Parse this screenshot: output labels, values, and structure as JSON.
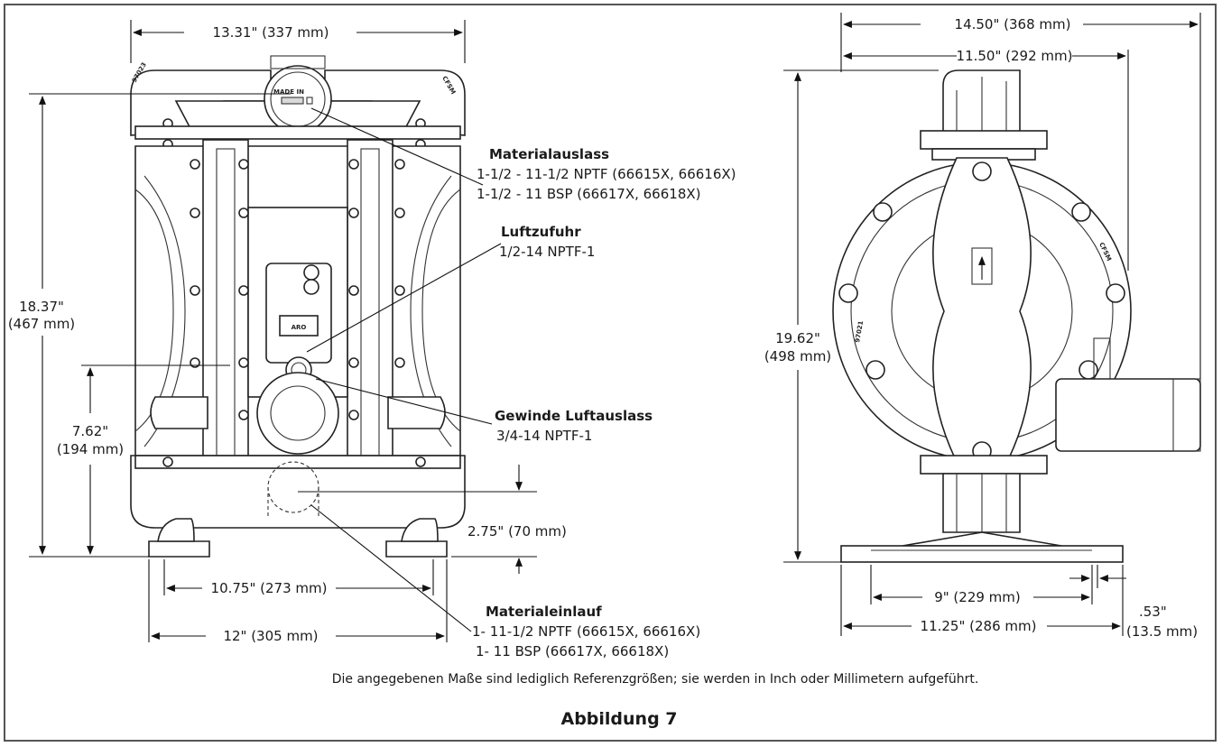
{
  "front_view": {
    "width_top": "13.31\" (337 mm)",
    "height_in": "18.37\"",
    "height_mm": "(467 mm)",
    "inlet_height_in": "7.62\"",
    "inlet_height_mm": "(194 mm)",
    "foot_height": "2.75\" (70 mm)",
    "foot_inner": "10.75\" (273 mm)",
    "foot_outer": "12\" (305 mm)",
    "stamp_left": "97023",
    "stamp_right": "CFSM",
    "made_in": "MADE IN",
    "logo": "ARO"
  },
  "callouts": {
    "outlet_title": "Materialauslass",
    "outlet_line1": "1-1/2 - 11-1/2 NPTF (66615X, 66616X)",
    "outlet_line2": "1-1/2 - 11 BSP (66617X, 66618X)",
    "air_title": "Luftzufuhr",
    "air_line1": "1/2-14 NPTF-1",
    "exhaust_title": "Gewinde Luftauslass",
    "exhaust_line1": "3/4-14 NPTF-1",
    "inlet_title": "Materialeinlauf",
    "inlet_line1": "1- 11-1/2 NPTF (66615X, 66616X)",
    "inlet_line2": "1- 11 BSP (66617X, 66618X)"
  },
  "side_view": {
    "width_overall": "14.50\" (368 mm)",
    "width_body": "11.50\" (292 mm)",
    "height_in": "19.62\"",
    "height_mm": "(498 mm)",
    "base_inner": "9\" (229 mm)",
    "base_outer": "11.25\" (286 mm)",
    "hole_in": ".53\"",
    "hole_mm": "(13.5 mm)",
    "stamp_a": "CFSM",
    "stamp_b": "97021"
  },
  "footer": {
    "note": "Die angegebenen Maße sind lediglich Referenzgrößen; sie werden in Inch oder Millimetern aufgeführt.",
    "caption": "Abbildung 7"
  }
}
